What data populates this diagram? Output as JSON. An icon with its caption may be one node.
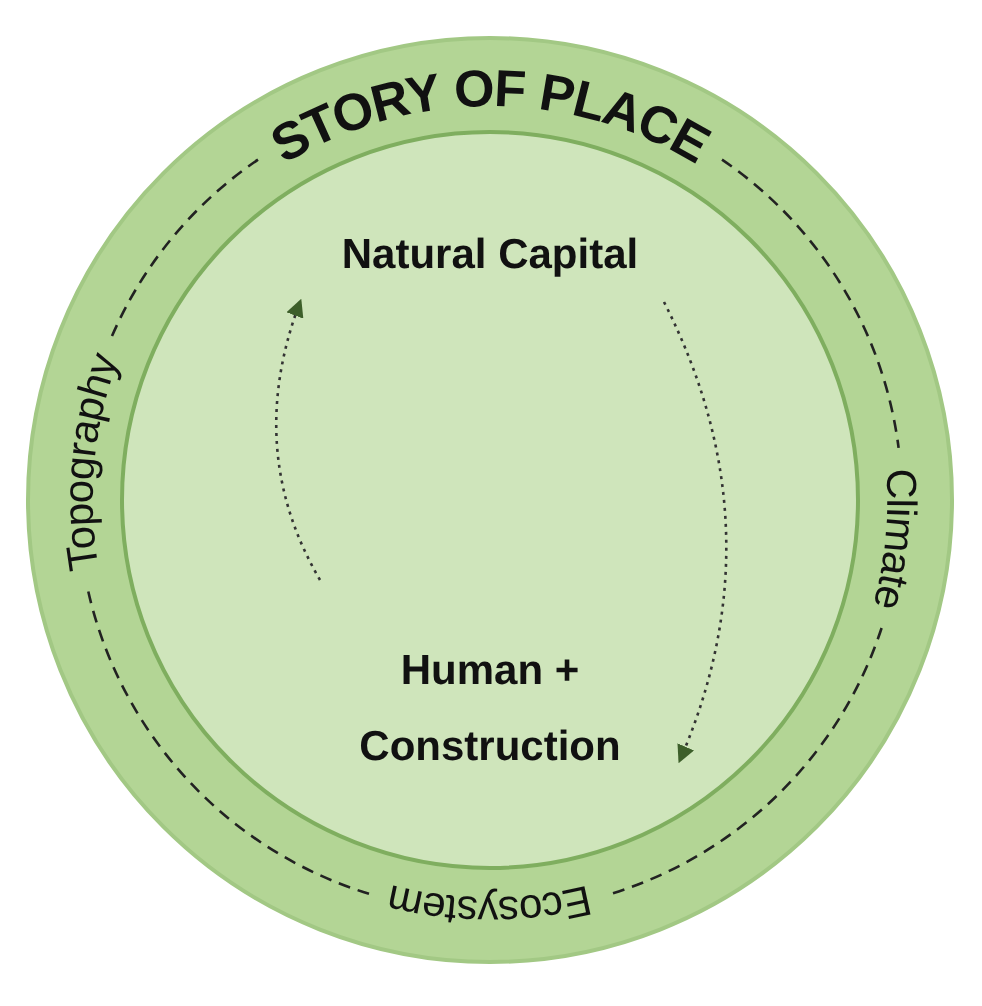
{
  "diagram": {
    "nodes": [
      {
        "text": [
          "STORY OF PLACE",
          "Topography",
          "Climate",
          "Ecosystem"
        ]
      },
      {
        "text": [],
        "shape": "circle",
        "in": 0
      },
      {
        "text": [
          "Natural Capital"
        ],
        "in": 1
      },
      {
        "text": [
          "Human + Construction"
        ],
        "in": 1
      }
    ],
    "edges": [
      {
        "from": 3,
        "to": 2,
        "arrow": "to",
        "style": "dashed"
      },
      {
        "from": 2,
        "to": 3,
        "arrow": "to",
        "style": "dashed"
      }
    ]
  }
}
